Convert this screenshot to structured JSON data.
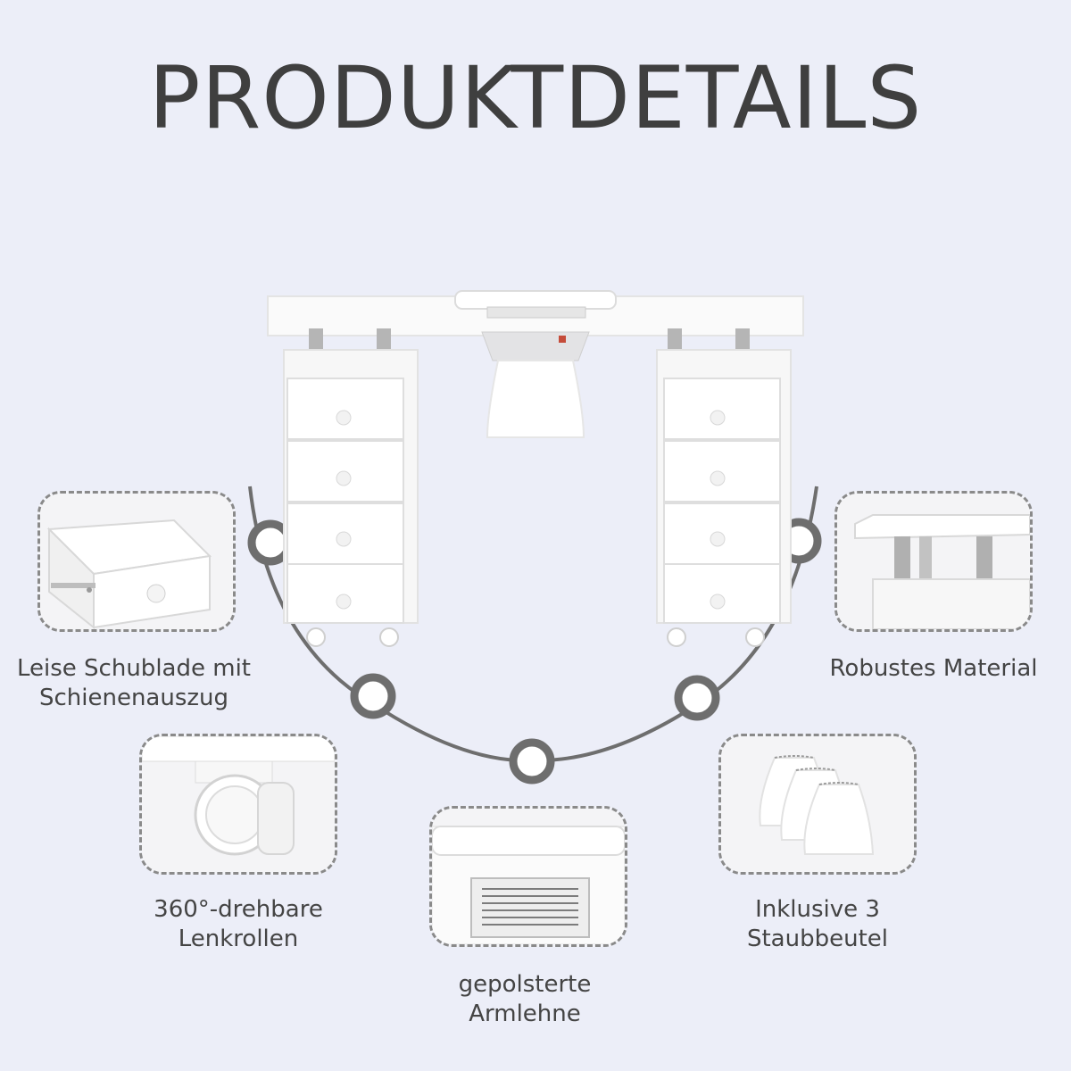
{
  "header": {
    "title": "PRODUKTDETAILS"
  },
  "features": [
    {
      "id": "drawer",
      "line1": "Leise Schublade mit",
      "line2": "Schienenauszug"
    },
    {
      "id": "material",
      "line1": "Robustes Material",
      "line2": ""
    },
    {
      "id": "casters",
      "line1": "360°-drehbare",
      "line2": "Lenkrollen"
    },
    {
      "id": "bags",
      "line1": "Inklusive 3",
      "line2": "Staubbeutel"
    },
    {
      "id": "armrest",
      "line1": "gepolsterte",
      "line2": "Armlehne"
    }
  ],
  "colors": {
    "background": "#eceef8",
    "accent": "#707070",
    "text": "#444444"
  }
}
